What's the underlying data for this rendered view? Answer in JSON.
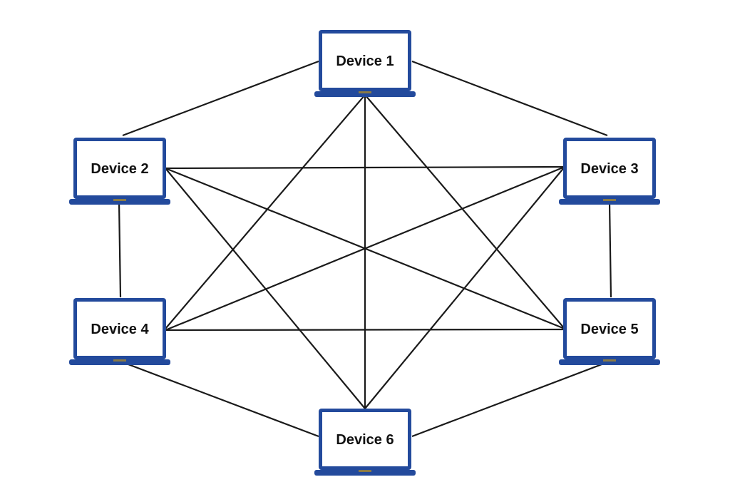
{
  "diagram": {
    "topology": "full mesh",
    "colors": {
      "frame": "#234a9c",
      "screen": "#ffffff",
      "trackpad": "#8a7a45",
      "link": "#1a1a1a"
    },
    "device_icon": "laptop-icon",
    "devices": [
      {
        "id": "d1",
        "label": "Device 1"
      },
      {
        "id": "d2",
        "label": "Device 2"
      },
      {
        "id": "d3",
        "label": "Device 3"
      },
      {
        "id": "d4",
        "label": "Device 4"
      },
      {
        "id": "d5",
        "label": "Device 5"
      },
      {
        "id": "d6",
        "label": "Device 6"
      }
    ],
    "links": [
      [
        "d1",
        "d2"
      ],
      [
        "d1",
        "d3"
      ],
      [
        "d1",
        "d4"
      ],
      [
        "d1",
        "d5"
      ],
      [
        "d1",
        "d6"
      ],
      [
        "d2",
        "d3"
      ],
      [
        "d2",
        "d4"
      ],
      [
        "d2",
        "d5"
      ],
      [
        "d2",
        "d6"
      ],
      [
        "d3",
        "d4"
      ],
      [
        "d3",
        "d5"
      ],
      [
        "d3",
        "d6"
      ],
      [
        "d4",
        "d5"
      ],
      [
        "d4",
        "d6"
      ],
      [
        "d5",
        "d6"
      ]
    ]
  }
}
